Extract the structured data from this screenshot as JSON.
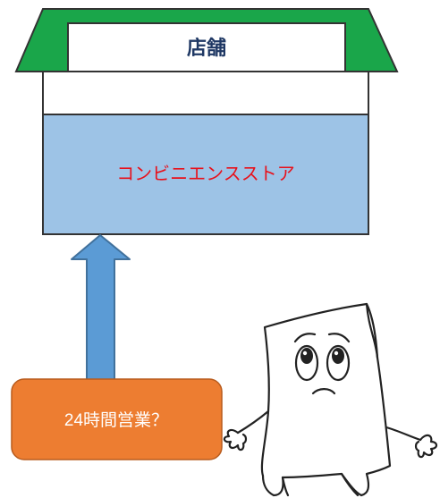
{
  "store": {
    "sign_label": "店舗",
    "type_label": "コンビニエンスストア"
  },
  "question": {
    "label": "24時間営業？"
  },
  "icons": {
    "arrow": "up-arrow-icon",
    "character": "worried-paper-character-icon"
  },
  "colors": {
    "roof_green": "#1aa64a",
    "store_body_blue": "#9dc3e6",
    "arrow_blue": "#5b9bd5",
    "question_box_orange": "#ed7d31",
    "sign_text_navy": "#1f3864",
    "store_type_text_red": "#e8111b"
  }
}
